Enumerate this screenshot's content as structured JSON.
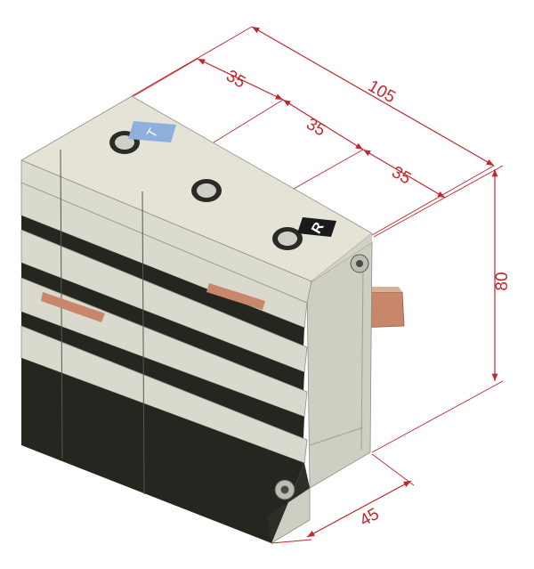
{
  "diagram": {
    "dimensions": {
      "total_width": "105",
      "pitch_1": "35",
      "pitch_2": "35",
      "pitch_3": "35",
      "height": "80",
      "depth": "45"
    },
    "markings": {
      "phase_left": "T",
      "phase_right": "R"
    },
    "colors": {
      "dimension": "#c0282d",
      "housing_top": "#e4e3d6",
      "housing_side": "#cfcec3",
      "housing_dark": "#222420",
      "copper": "#c8876a",
      "label_blue": "#8fb0dc",
      "label_black": "#1a1a1a"
    }
  }
}
